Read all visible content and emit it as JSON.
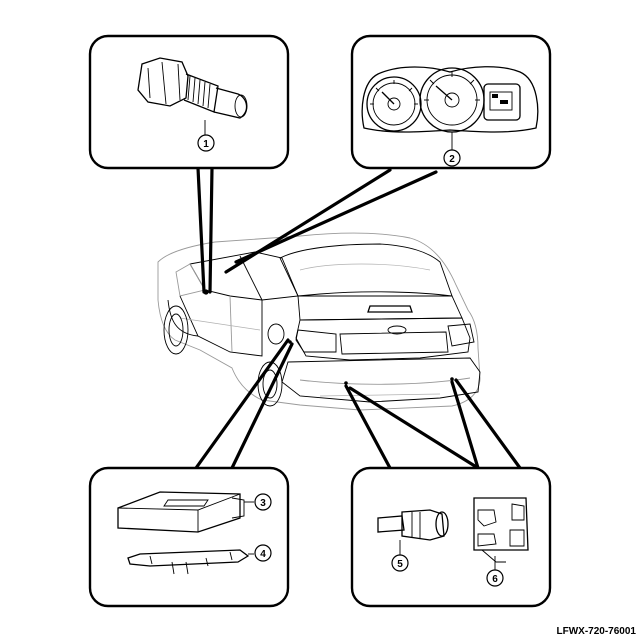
{
  "diagram": {
    "reference_code": "LFWX-720-76001",
    "callouts": [
      {
        "id": "callout-1",
        "label": "1"
      },
      {
        "id": "callout-2",
        "label": "2"
      },
      {
        "id": "callout-3",
        "label": "3"
      },
      {
        "id": "callout-4",
        "label": "4"
      },
      {
        "id": "callout-5",
        "label": "5"
      },
      {
        "id": "callout-6",
        "label": "6"
      }
    ]
  }
}
